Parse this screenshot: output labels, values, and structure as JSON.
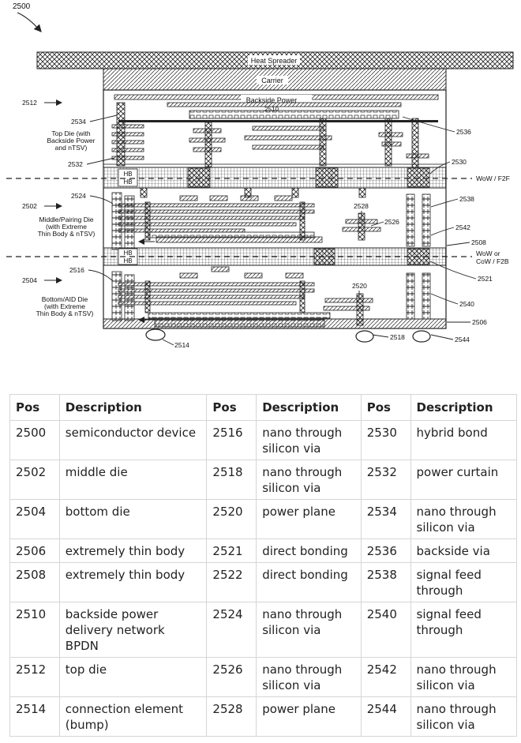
{
  "figure": {
    "figure_number": "2500",
    "layers": {
      "heat_spreader": "Heat Spreader",
      "carrier": "Carrier",
      "backside_power": "Backside Power",
      "bpdn_ref": "2510"
    },
    "die_labels": {
      "top": [
        "Top Die (with",
        "Backside Power",
        "and nTSV)"
      ],
      "middle": [
        "Middle/Pairing Die",
        "(with Extreme",
        "Thin Body & nTSV)"
      ],
      "bottom": [
        "Bottom/AID Die",
        "(with Extreme",
        "Thin Body & nTSV)"
      ]
    },
    "bond_labels": {
      "hb": "HB",
      "f2f": "WoW / F2F",
      "f2b_1": "WoW or",
      "f2b_2": "CoW / F2B"
    },
    "refs": {
      "r2512": "2512",
      "r2534": "2534",
      "r2532": "2532",
      "r2502": "2502",
      "r2524": "2524",
      "r2504": "2504",
      "r2516": "2516",
      "r2514": "2514",
      "r2536": "2536",
      "r2530": "2530",
      "r2538": "2538",
      "r2528": "2528",
      "r2526": "2526",
      "r2542": "2542",
      "r2508": "2508",
      "r2521": "2521",
      "r2520": "2520",
      "r2540": "2540",
      "r2506": "2506",
      "r2518": "2518",
      "r2544": "2544"
    }
  },
  "table": {
    "headers": [
      "Pos",
      "Description",
      "Pos",
      "Description",
      "Pos",
      "Description"
    ],
    "rows": [
      [
        [
          "2500",
          "semiconductor device"
        ],
        [
          "2516",
          "nano through silicon via"
        ],
        [
          "2530",
          "hybrid bond"
        ]
      ],
      [
        [
          "2502",
          "middle die"
        ],
        [
          "2518",
          "nano through silicon via"
        ],
        [
          "2532",
          "power curtain"
        ]
      ],
      [
        [
          "2504",
          "bottom die"
        ],
        [
          "2520",
          "power plane"
        ],
        [
          "2534",
          "nano through silicon via"
        ]
      ],
      [
        [
          "2506",
          "extremely thin body"
        ],
        [
          "2521",
          "direct bonding"
        ],
        [
          "2536",
          "backside via"
        ]
      ],
      [
        [
          "2508",
          "extremely thin body"
        ],
        [
          "2522",
          "direct bonding"
        ],
        [
          "2538",
          "signal feed through"
        ]
      ],
      [
        [
          "2510",
          "backside power delivery network BPDN"
        ],
        [
          "2524",
          "nano through silicon via"
        ],
        [
          "2540",
          "signal feed through"
        ]
      ],
      [
        [
          "2512",
          "top die"
        ],
        [
          "2526",
          "nano through silicon via"
        ],
        [
          "2542",
          "nano through silicon via"
        ]
      ],
      [
        [
          "2514",
          "connection element (bump)"
        ],
        [
          "2528",
          "power plane"
        ],
        [
          "2544",
          "nano through silicon via"
        ]
      ]
    ]
  }
}
